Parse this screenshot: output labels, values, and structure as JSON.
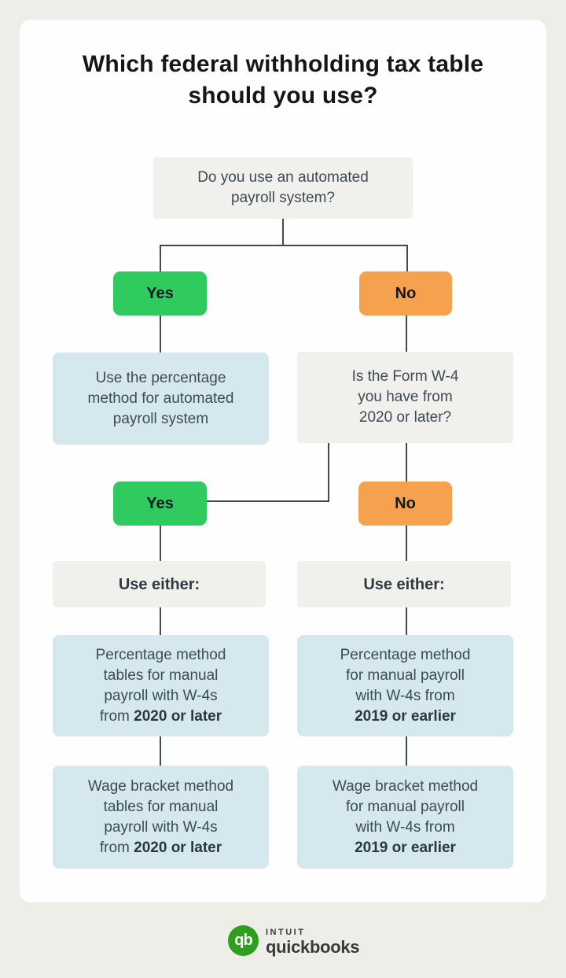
{
  "title": "Which federal withholding tax table should you use?",
  "colors": {
    "yes_green": "#30cb5e",
    "no_orange": "#f5a14e",
    "info_blue": "#d5e8ee",
    "question_gray": "#f0f0ec",
    "connector": "#3e4a54",
    "brand_green": "#2ca01c",
    "page_background": "#edeee8"
  },
  "flow": {
    "q1": {
      "lines": [
        "Do you use an automated",
        "payroll system?"
      ]
    },
    "yes1": "Yes",
    "no1": "No",
    "a1": {
      "lines": [
        "Use the percentage",
        "method for automated",
        "payroll system"
      ]
    },
    "q2": {
      "lines": [
        "Is the Form W-4",
        "you have from",
        "2020 or later?"
      ]
    },
    "yes2": "Yes",
    "no2": "No",
    "either_left": "Use either:",
    "either_right": "Use either:",
    "r1": {
      "lines": [
        "Percentage method",
        "tables for manual",
        "payroll with W-4s"
      ],
      "last_plain": "from ",
      "last_bold": "2020 or later"
    },
    "r2": {
      "lines": [
        "Wage bracket method",
        "tables for manual",
        "payroll with W-4s"
      ],
      "last_plain": "from ",
      "last_bold": "2020 or later"
    },
    "r3": {
      "lines": [
        "Percentage method",
        "for manual payroll",
        "with W-4s from"
      ],
      "last_plain": "",
      "last_bold": "2019 or earlier"
    },
    "r4": {
      "lines": [
        "Wage bracket method",
        "for manual payroll",
        "with W-4s from"
      ],
      "last_plain": "",
      "last_bold": "2019 or earlier"
    }
  },
  "logo": {
    "monogram": "qb",
    "brand_top": "INTUIT",
    "brand_bottom": "quickbooks"
  }
}
